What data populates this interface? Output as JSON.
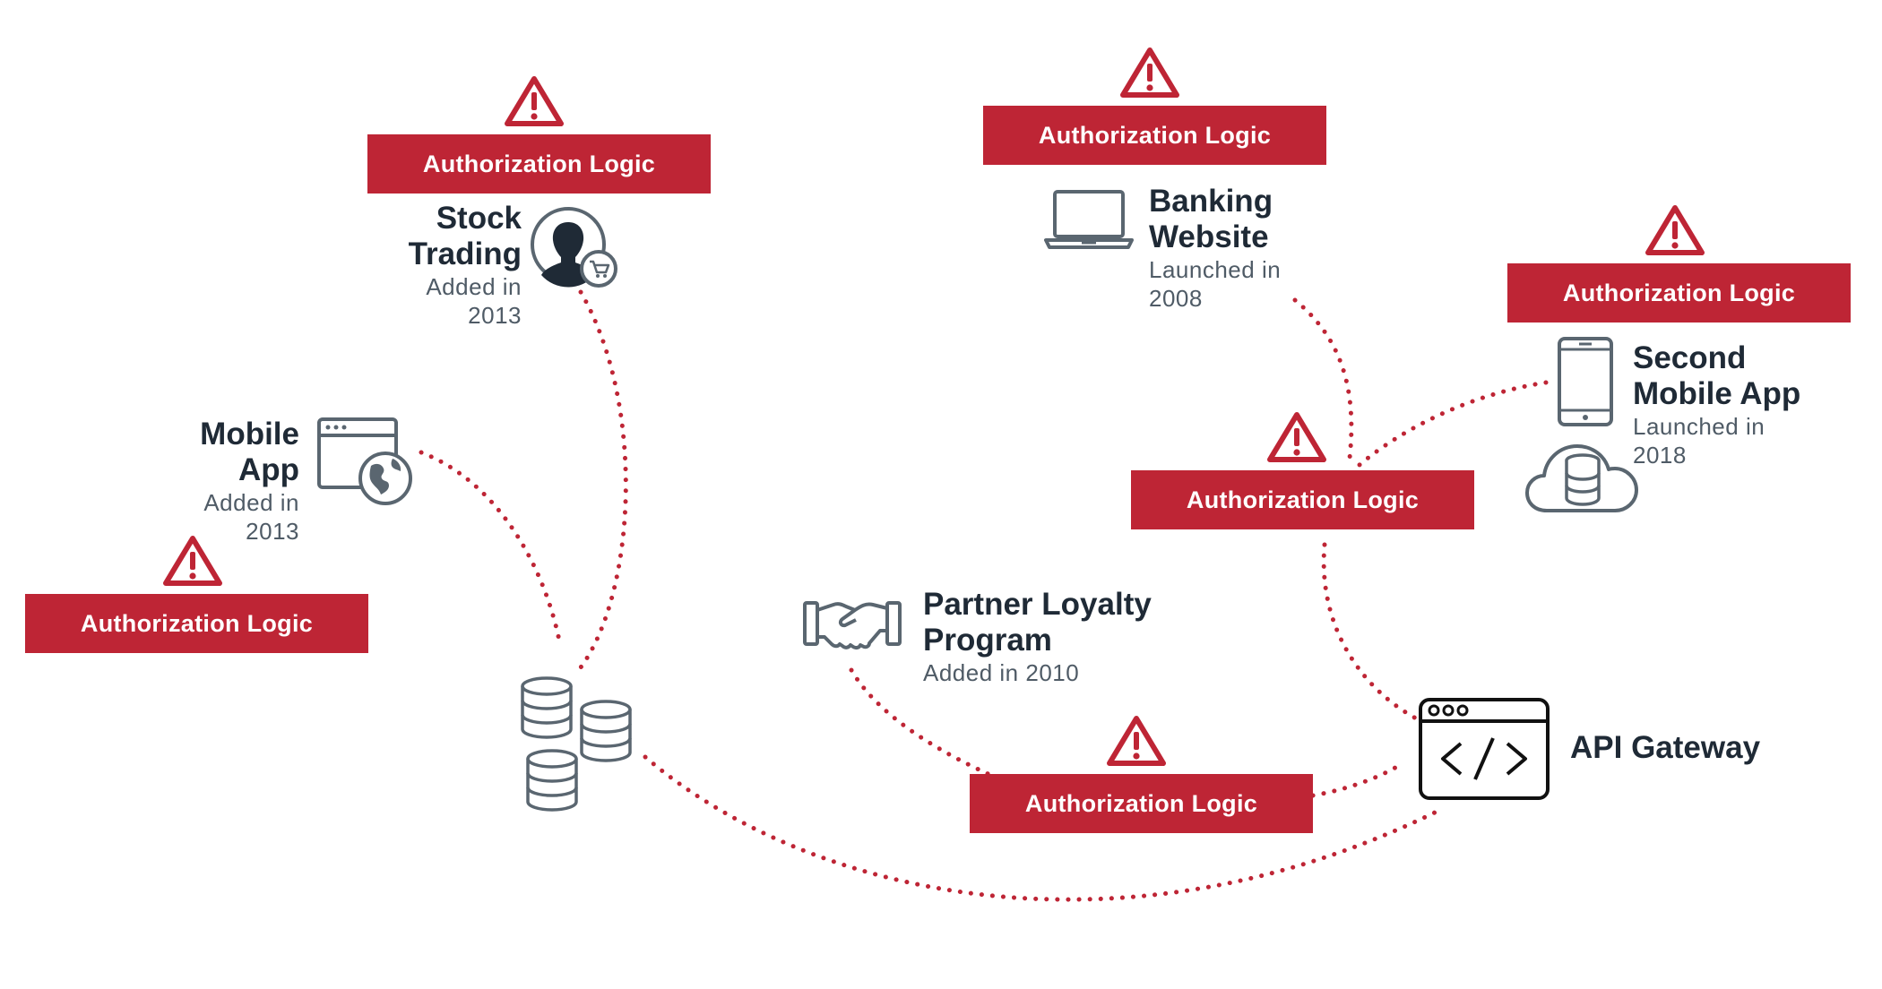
{
  "diagram": {
    "warning_label": "Authorization Logic",
    "nodes": {
      "stock_trading": {
        "title_l1": "Stock",
        "title_l2": "Trading",
        "sub_l1": "Added in",
        "sub_l2": "2013",
        "icon": "user-cart-icon"
      },
      "mobile_app": {
        "title_l1": "Mobile",
        "title_l2": "App",
        "sub_l1": "Added in",
        "sub_l2": "2013",
        "icon": "browser-globe-icon"
      },
      "banking_website": {
        "title_l1": "Banking",
        "title_l2": "Website",
        "sub_l1": "Launched in",
        "sub_l2": "2008",
        "icon": "laptop-icon"
      },
      "second_mobile_app": {
        "title_l1": "Second",
        "title_l2": "Mobile App",
        "sub_l1": "Launched in",
        "sub_l2": "2018",
        "icon": "phone-icon"
      },
      "partner_loyalty": {
        "title_l1": "Partner Loyalty",
        "title_l2": "Program",
        "sub_l1": "Added in 2010",
        "icon": "handshake-icon"
      },
      "api_gateway": {
        "title": "API Gateway",
        "icon": "code-window-icon"
      },
      "databases": {
        "icon": "database-stack-icon"
      },
      "cloud_storage": {
        "icon": "cloud-database-icon"
      }
    },
    "colors": {
      "accent": "#be2535",
      "text_dark": "#1f2a36",
      "text_sub": "#4f5b66",
      "icon_gray": "#5a6670"
    }
  }
}
